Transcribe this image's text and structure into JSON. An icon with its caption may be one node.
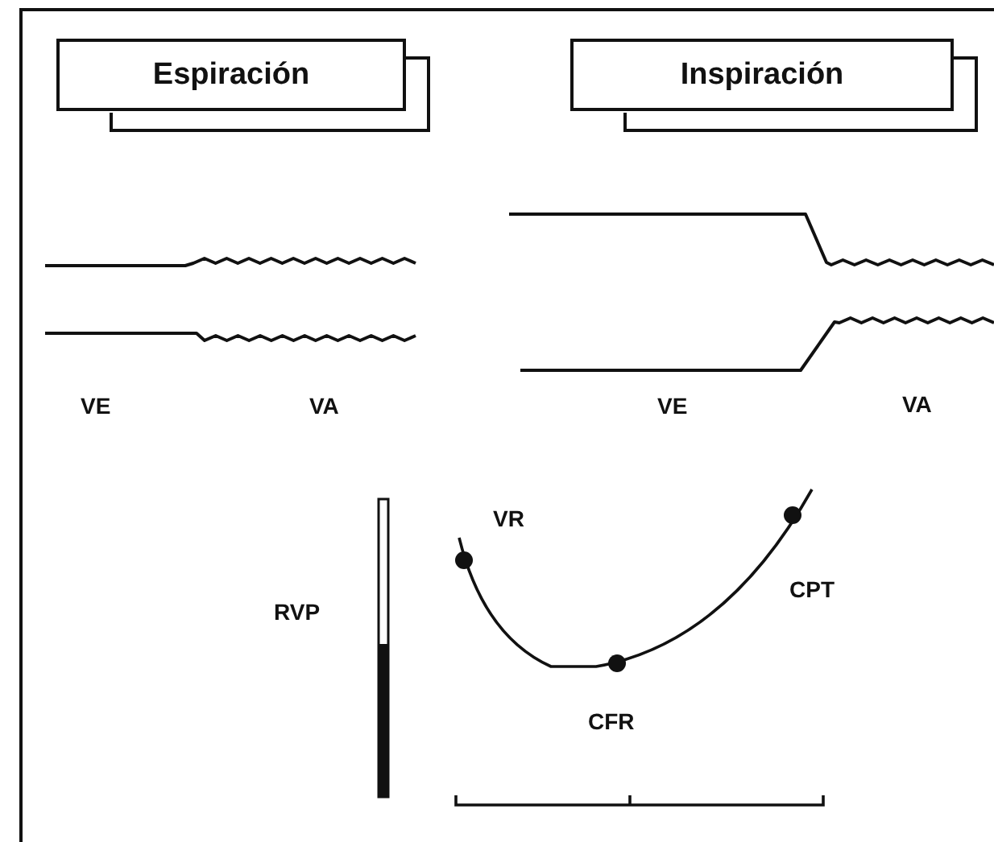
{
  "diagram": {
    "nodes": [
      {
        "text": [
          "Espiración"
        ]
      },
      {
        "text": [
          "Inspiración"
        ]
      }
    ],
    "labels": [
      "VE",
      "VA",
      "VE",
      "VA",
      "VR",
      "RVP",
      "CPT",
      "CFR"
    ]
  }
}
